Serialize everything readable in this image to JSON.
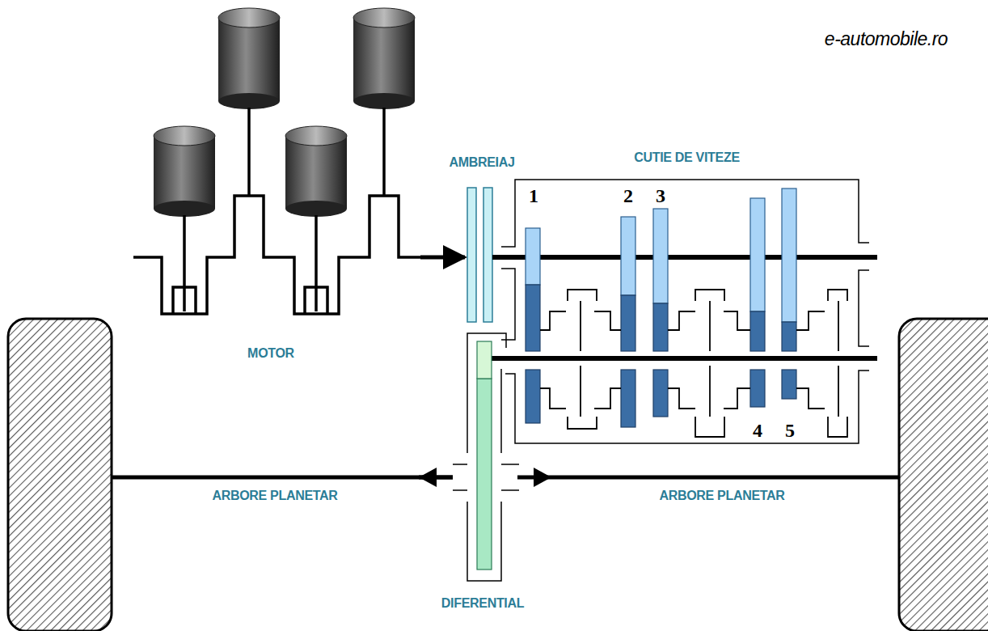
{
  "diagram": {
    "nodes": [
      {
        "text": [
          "CUTIE DE VITEZE"
        ]
      }
    ],
    "labels": [
      "e-automobile.ro",
      "AMBREIAJ",
      "1",
      "2",
      "3",
      "4",
      "5",
      "MOTOR",
      "ARBORE PLANETAR",
      "ARBORE PLANETAR",
      "DIFERENTIAL"
    ]
  }
}
